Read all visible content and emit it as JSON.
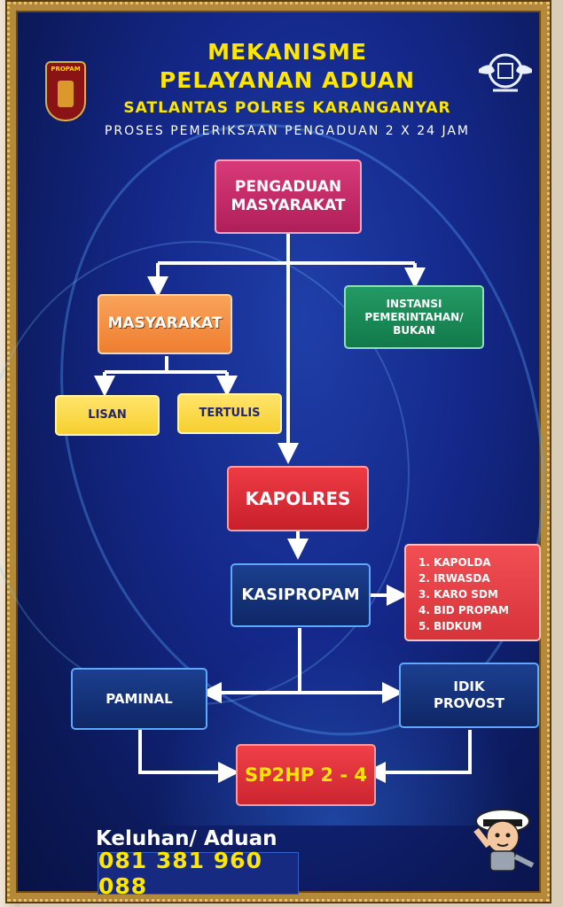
{
  "header": {
    "title_line1": "MEKANISME",
    "title_line2": "PELAYANAN ADUAN",
    "subtitle": "SATLANTAS POLRES KARANGANYAR",
    "process": "PROSES PEMERIKSAAN PENGADUAN 2 X 24 JAM",
    "logo_left_text": "PROPAM"
  },
  "nodes": {
    "pengaduan": "PENGADUAN MASYARAKAT",
    "masyarakat": "MASYARAKAT",
    "instansi": "INSTANSI PEMERINTAHAN/ BUKAN",
    "lisan": "LISAN",
    "tertulis": "TERTULIS",
    "kapolres": "KAPOLRES",
    "kasipropam": "KASIPROPAM",
    "paminal": "PAMINAL",
    "idik": "IDIK PROVOST",
    "sp2hp": "SP2HP 2 - 4"
  },
  "list_items": [
    "1. KAPOLDA",
    "2. IRWASDA",
    "3. KARO SDM",
    "4. BID PROPAM",
    "5. BIDKUM"
  ],
  "contact": {
    "label": "Keluhan/ Aduan",
    "phone": "081 381 960 088"
  },
  "colors": {
    "background": "#14288a",
    "title": "#ffe600",
    "frame": "#b48a3a"
  }
}
